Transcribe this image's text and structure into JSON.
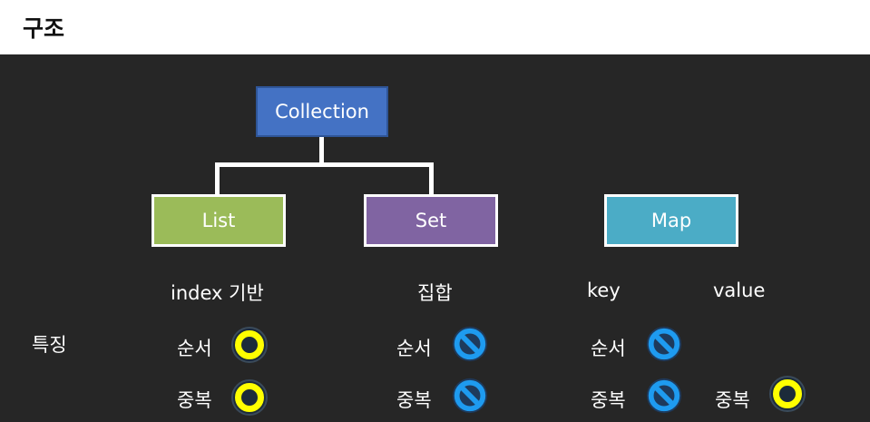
{
  "page": {
    "title": "구조"
  },
  "diagram": {
    "root": {
      "label": "Collection",
      "color": "#4472c4"
    },
    "children": [
      {
        "label": "List",
        "color": "#9bbb59",
        "description": "index 기반"
      },
      {
        "label": "Set",
        "color": "#8064a2",
        "description": "집합"
      },
      {
        "label": "Map",
        "color": "#4bacc6",
        "key_label": "key",
        "value_label": "value"
      }
    ]
  },
  "features": {
    "row_label": "특징",
    "list": {
      "order": "순서",
      "duplicate": "중복",
      "order_icon": "circle-yes-icon",
      "duplicate_icon": "circle-yes-icon"
    },
    "set": {
      "order": "순서",
      "duplicate": "중복",
      "order_icon": "prohibited-icon",
      "duplicate_icon": "prohibited-icon"
    },
    "map": {
      "key_order": "순서",
      "key_duplicate": "중복",
      "value_duplicate": "중복",
      "key_order_icon": "prohibited-icon",
      "key_duplicate_icon": "prohibited-icon",
      "value_duplicate_icon": "circle-yes-icon"
    }
  },
  "colors": {
    "yes": "#ffff00",
    "no": "#1e9bf0",
    "background": "#262626"
  }
}
